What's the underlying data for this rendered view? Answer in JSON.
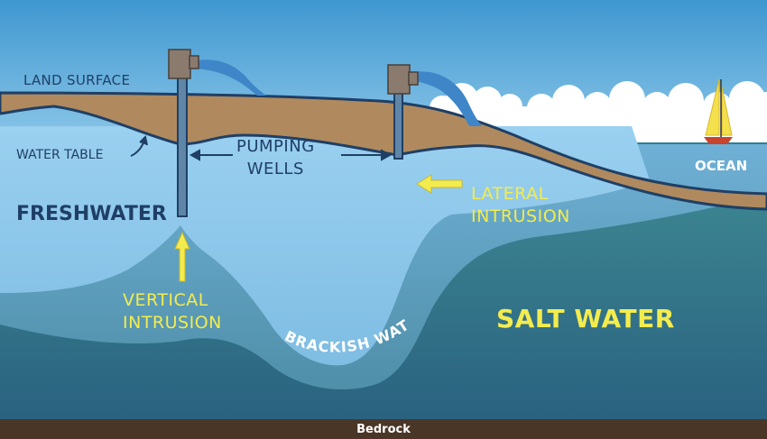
{
  "labels": {
    "land_surface": "LAND SURFACE",
    "water_table": "WATER TABLE",
    "pumping_line1": "PUMPING",
    "pumping_line2": "WELLS",
    "freshwater": "FRESHWATER",
    "lateral_line1": "LATERAL",
    "lateral_line2": "INTRUSION",
    "vertical_line1": "VERTICAL",
    "vertical_line2": "INTRUSION",
    "brackish": "BRACKISH WATER",
    "salt_water": "SALT WATER",
    "ocean": "OCEAN",
    "bedrock": "Bedrock"
  },
  "colors": {
    "sky": "#5aa9d8",
    "land": "#b08a5e",
    "freshwater": "#8fc7eb",
    "brackish": "#5f9fc4",
    "salt_water": "#3b7f8e",
    "ocean": "#2d7d92",
    "bedrock": "#4a3626",
    "label_navy": "#1f3f66",
    "label_yellow": "#f3ec4e"
  }
}
